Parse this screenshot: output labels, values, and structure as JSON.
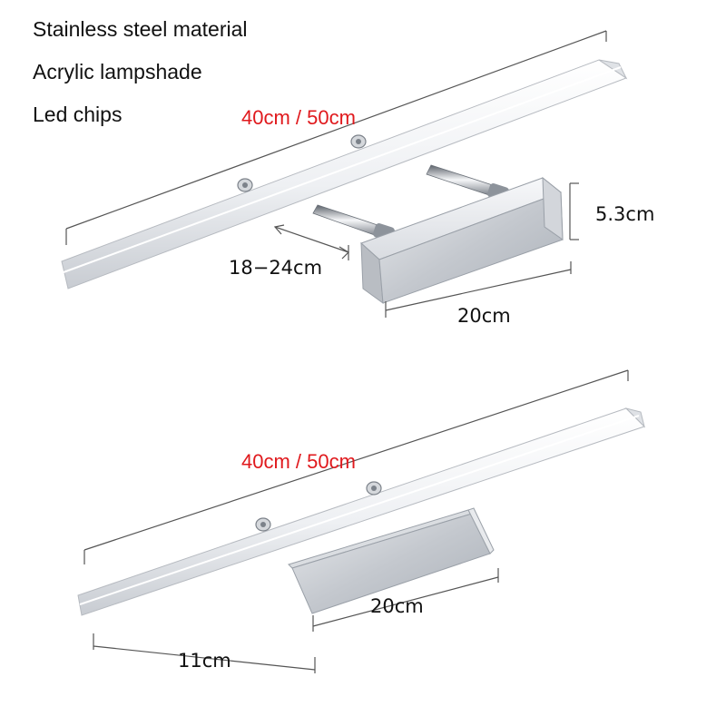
{
  "features": [
    "Stainless steel material",
    "Acrylic lampshade",
    "Led chips"
  ],
  "colors": {
    "highlight": "#e0191d",
    "text": "#111111",
    "dimension_line": "#555555",
    "metal": "#c9ccd1",
    "acrylic": "#f4f5f7"
  },
  "top_view": {
    "length_label": "40cm / 50cm",
    "height_label": "5.3cm",
    "arm_label": "18−24cm",
    "head_width_label": "20cm"
  },
  "bottom_view": {
    "length_label": "40cm / 50cm",
    "head_width_label": "20cm",
    "depth_label": "11cm"
  }
}
